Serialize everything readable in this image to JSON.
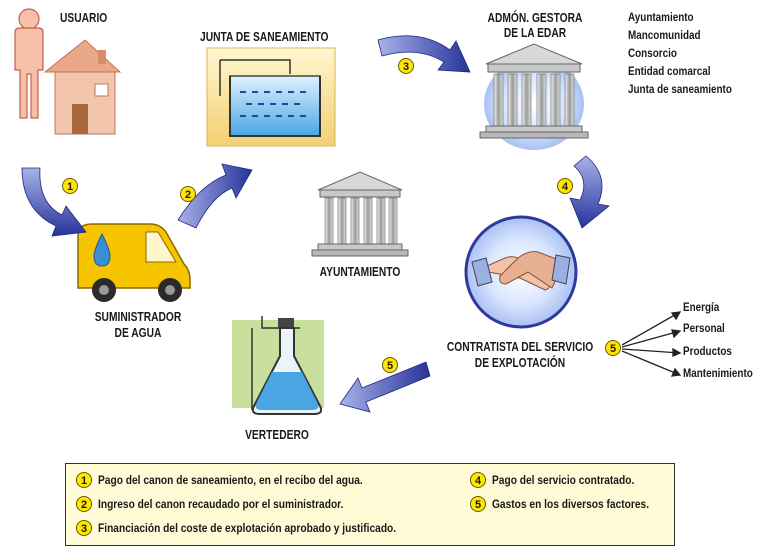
{
  "nodes": {
    "usuario": "USUARIO",
    "junta": "JUNTA DE SANEAMIENTO",
    "admon_line1": "ADMÓN. GESTORA",
    "admon_line2": "DE LA EDAR",
    "ayuntamiento": "AYUNTAMIENTO",
    "suministrador_line1": "SUMINISTRADOR",
    "suministrador_line2": "DE AGUA",
    "contratista_line1": "CONTRATISTA DEL SERVICIO",
    "contratista_line2": "DE EXPLOTACIÓN",
    "vertedero": "VERTEDERO"
  },
  "admon_types": [
    "Ayuntamiento",
    "Mancomunidad",
    "Consorcio",
    "Entidad comarcal",
    "Junta de saneamiento"
  ],
  "factors": [
    "Energía",
    "Personal",
    "Productos",
    "Mantenimiento"
  ],
  "steps": [
    "1",
    "2",
    "3",
    "4",
    "5"
  ],
  "legend": [
    {
      "num": "1",
      "text": "Pago del canon de saneamiento, en el recibo del agua."
    },
    {
      "num": "2",
      "text": "Ingreso del canon recaudado por el suministrador."
    },
    {
      "num": "3",
      "text": "Financiación del coste de explotación aprobado y justificado."
    },
    {
      "num": "4",
      "text": "Pago del servicio contratado."
    },
    {
      "num": "5",
      "text": "Gastos en los diversos factores."
    }
  ],
  "colors": {
    "arrow_blue": "#2d3a9c",
    "badge_yellow": "#ffe600",
    "truck_yellow": "#f7c400",
    "panel_yellow": "#fde9a6",
    "legend_bg": "#fffbd6",
    "water_blue": "#5ab2e6"
  }
}
